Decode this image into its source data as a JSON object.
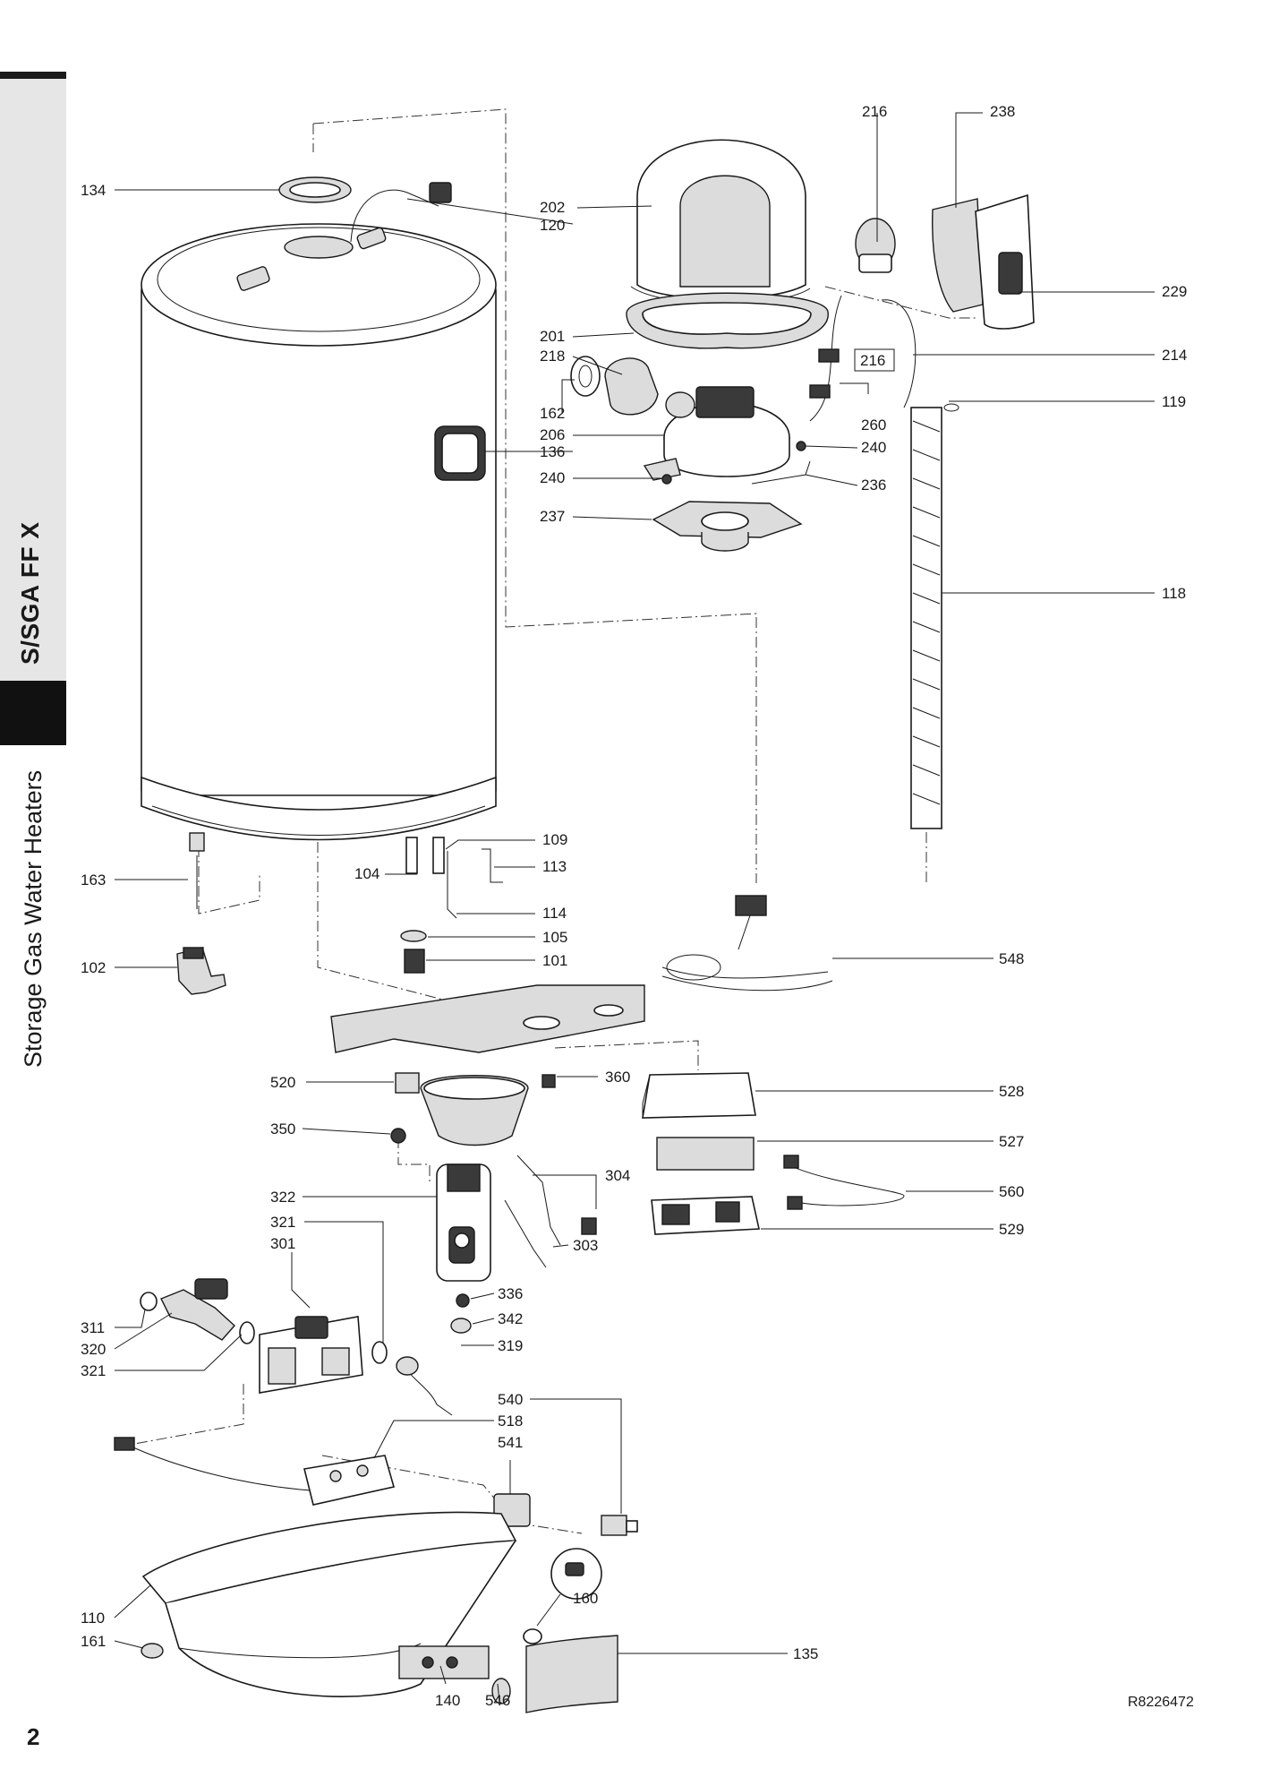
{
  "sidebar": {
    "model": "S/SGA FF X",
    "section": "Storage Gas Water Heaters"
  },
  "page_number": "2",
  "drawing_reference": "R8226472",
  "part_labels": [
    {
      "id": "134",
      "text": "134"
    },
    {
      "id": "216",
      "text": "216"
    },
    {
      "id": "238",
      "text": "238"
    },
    {
      "id": "202",
      "text": "202"
    },
    {
      "id": "120",
      "text": "120"
    },
    {
      "id": "229",
      "text": "229"
    },
    {
      "id": "201",
      "text": "201"
    },
    {
      "id": "218",
      "text": "218"
    },
    {
      "id": "216b",
      "text": "216"
    },
    {
      "id": "214",
      "text": "214"
    },
    {
      "id": "162",
      "text": "162"
    },
    {
      "id": "260",
      "text": "260"
    },
    {
      "id": "119",
      "text": "119"
    },
    {
      "id": "206",
      "text": "206"
    },
    {
      "id": "136",
      "text": "136"
    },
    {
      "id": "240a",
      "text": "240"
    },
    {
      "id": "240b",
      "text": "240"
    },
    {
      "id": "236",
      "text": "236"
    },
    {
      "id": "237",
      "text": "237"
    },
    {
      "id": "118",
      "text": "118"
    },
    {
      "id": "109",
      "text": "109"
    },
    {
      "id": "104",
      "text": "104"
    },
    {
      "id": "113",
      "text": "113"
    },
    {
      "id": "163",
      "text": "163"
    },
    {
      "id": "114",
      "text": "114"
    },
    {
      "id": "105",
      "text": "105"
    },
    {
      "id": "101",
      "text": "101"
    },
    {
      "id": "102",
      "text": "102"
    },
    {
      "id": "548",
      "text": "548"
    },
    {
      "id": "520",
      "text": "520"
    },
    {
      "id": "360",
      "text": "360"
    },
    {
      "id": "528",
      "text": "528"
    },
    {
      "id": "350",
      "text": "350"
    },
    {
      "id": "527",
      "text": "527"
    },
    {
      "id": "304",
      "text": "304"
    },
    {
      "id": "322",
      "text": "322"
    },
    {
      "id": "560",
      "text": "560"
    },
    {
      "id": "321a",
      "text": "321"
    },
    {
      "id": "301",
      "text": "301"
    },
    {
      "id": "529",
      "text": "529"
    },
    {
      "id": "303",
      "text": "303"
    },
    {
      "id": "336",
      "text": "336"
    },
    {
      "id": "342",
      "text": "342"
    },
    {
      "id": "311",
      "text": "311"
    },
    {
      "id": "320",
      "text": "320"
    },
    {
      "id": "319",
      "text": "319"
    },
    {
      "id": "321b",
      "text": "321"
    },
    {
      "id": "540",
      "text": "540"
    },
    {
      "id": "518",
      "text": "518"
    },
    {
      "id": "541",
      "text": "541"
    },
    {
      "id": "160",
      "text": "160"
    },
    {
      "id": "110",
      "text": "110"
    },
    {
      "id": "161",
      "text": "161"
    },
    {
      "id": "135",
      "text": "135"
    },
    {
      "id": "140",
      "text": "140"
    },
    {
      "id": "546",
      "text": "546"
    }
  ]
}
